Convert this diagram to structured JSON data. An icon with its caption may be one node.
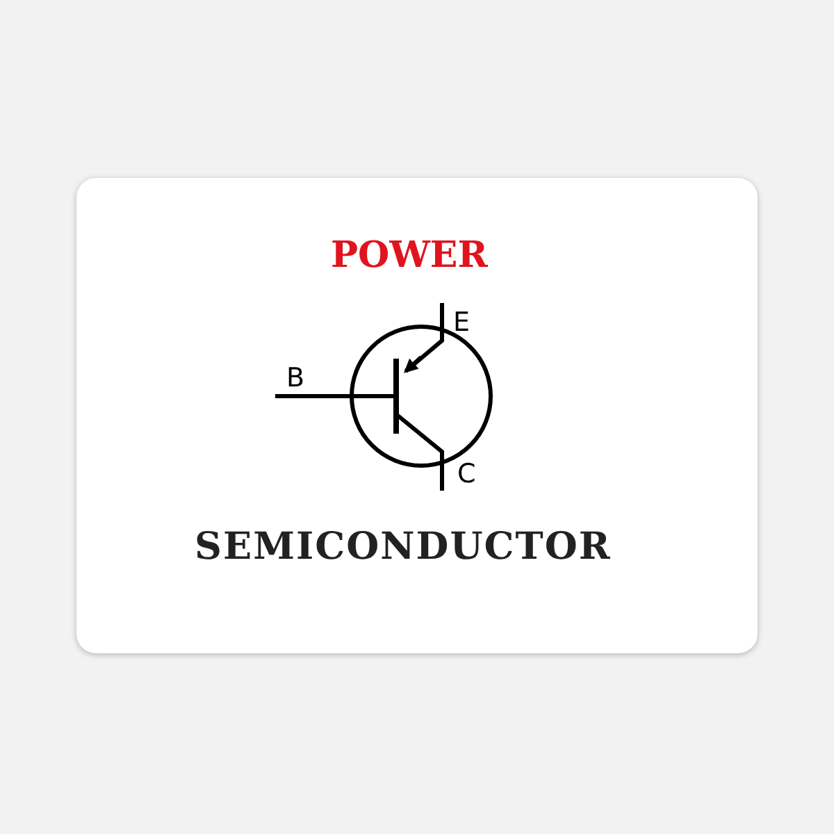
{
  "diagram": {
    "title": "POWER",
    "caption": "SEMICONDUCTOR",
    "labels": [
      "E",
      "B",
      "C"
    ]
  }
}
